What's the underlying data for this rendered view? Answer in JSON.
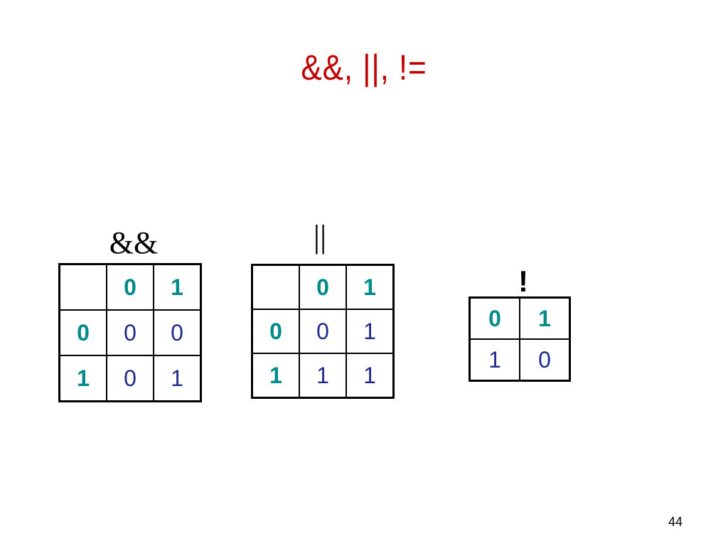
{
  "slide": {
    "title": "&&, ||, !=",
    "page_number": "44"
  },
  "and_table": {
    "label": "&&",
    "header": [
      "",
      "0",
      "1"
    ],
    "rows": [
      {
        "head": "0",
        "cells": [
          "0",
          "0"
        ]
      },
      {
        "head": "1",
        "cells": [
          "0",
          "1"
        ]
      }
    ]
  },
  "or_table": {
    "label": "||",
    "header": [
      "",
      "0",
      "1"
    ],
    "rows": [
      {
        "head": "0",
        "cells": [
          "0",
          "1"
        ]
      },
      {
        "head": "1",
        "cells": [
          "1",
          "1"
        ]
      }
    ]
  },
  "not_table": {
    "label": "!",
    "header": [
      "0",
      "1"
    ],
    "row": [
      "1",
      "0"
    ]
  },
  "colors": {
    "title": "#c00000",
    "header_digits": "#008b8b",
    "value_digits": "#1f2a8c"
  }
}
